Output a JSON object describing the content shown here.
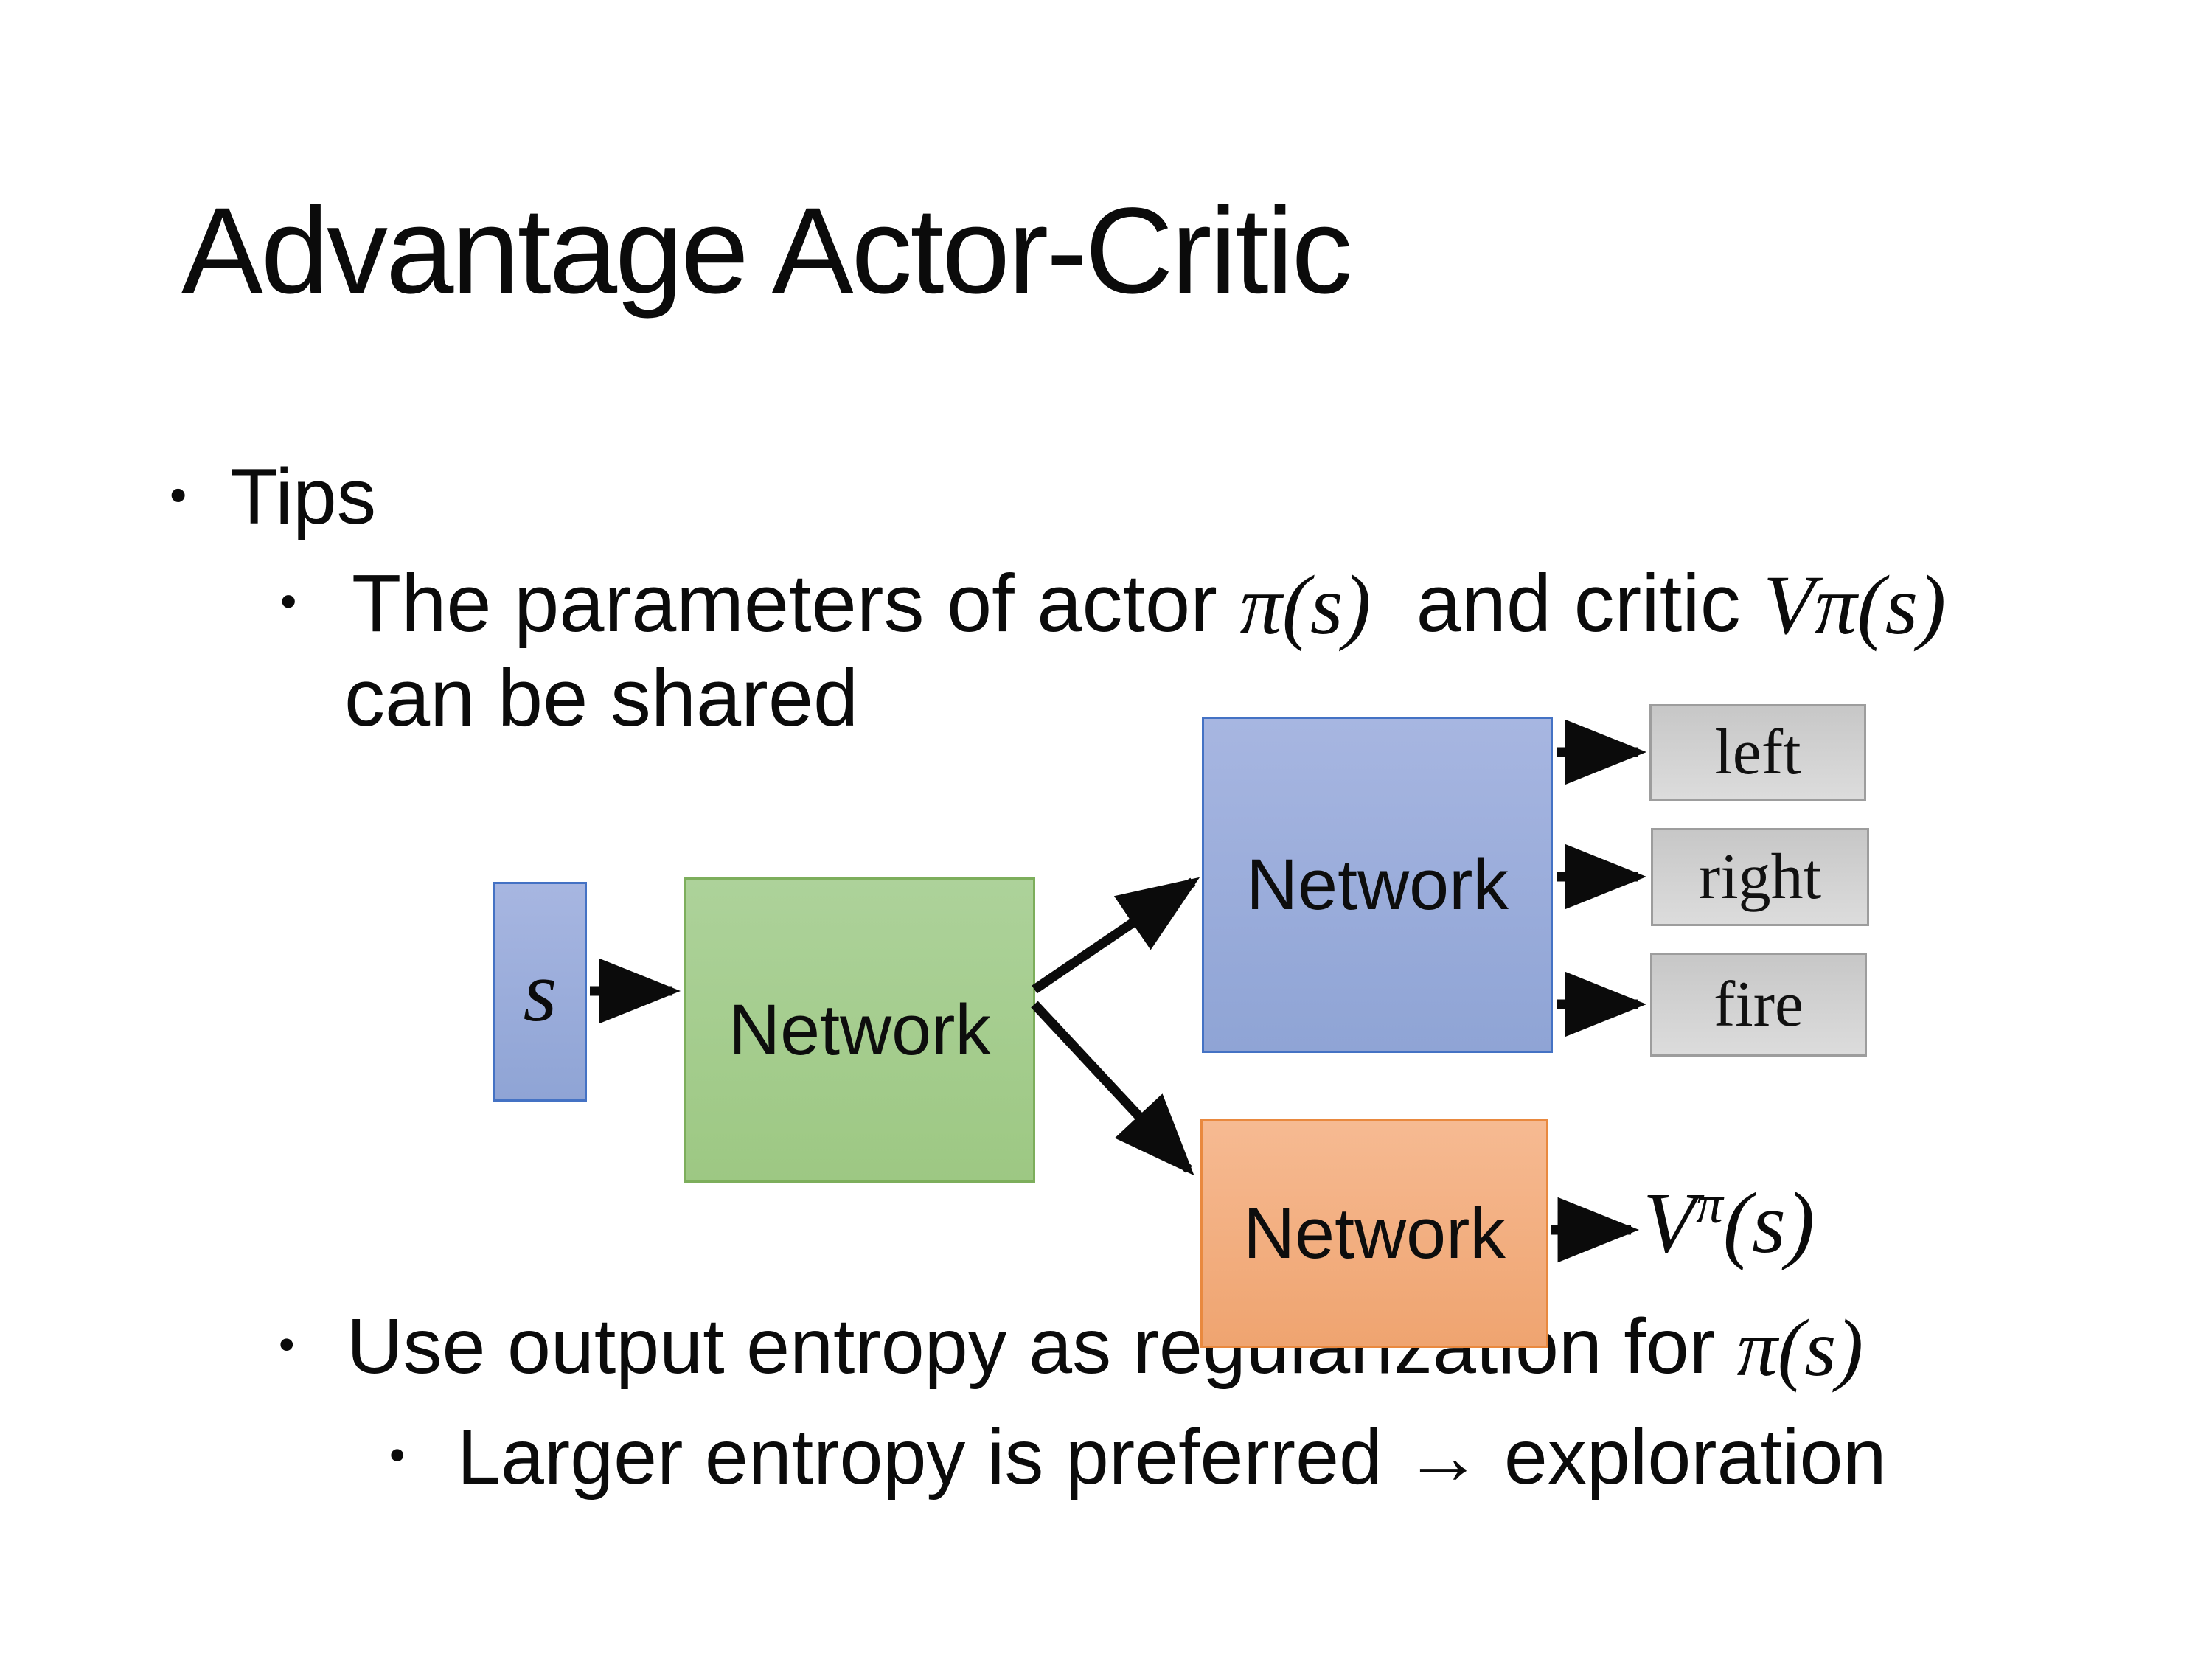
{
  "slide": {
    "title": "Advantage Actor-Critic",
    "bullet_char": "•",
    "bullets": {
      "tips": "Tips",
      "param_pre": "The parameters of actor ",
      "param_pi": "π(s)",
      "param_mid": "  and critic ",
      "critic_v": "V",
      "critic_sup": "π",
      "critic_args": "(s)",
      "param_line2": "can be shared",
      "entropy_pre": "Use output entropy as regularization for ",
      "entropy_pi": "π(s)",
      "larger": "Larger entropy is preferred → exploration"
    },
    "diagram": {
      "input_label": "s",
      "shared_network_label": "Network",
      "actor_network_label": "Network",
      "critic_network_label": "Network",
      "actions": [
        "left",
        "right",
        "fire"
      ],
      "value_v": "V",
      "value_sup": "π",
      "value_args": "(s)"
    },
    "colors": {
      "accent_blue": "#8FA4D5",
      "accent_blue_border": "#4472C4",
      "accent_green": "#A9CE92",
      "accent_green_border": "#7DAE5C",
      "accent_orange": "#F2AF80",
      "accent_orange_border": "#E9893F",
      "gray_fill": "#D0D0D0",
      "gray_border": "#9D9D9D"
    }
  }
}
